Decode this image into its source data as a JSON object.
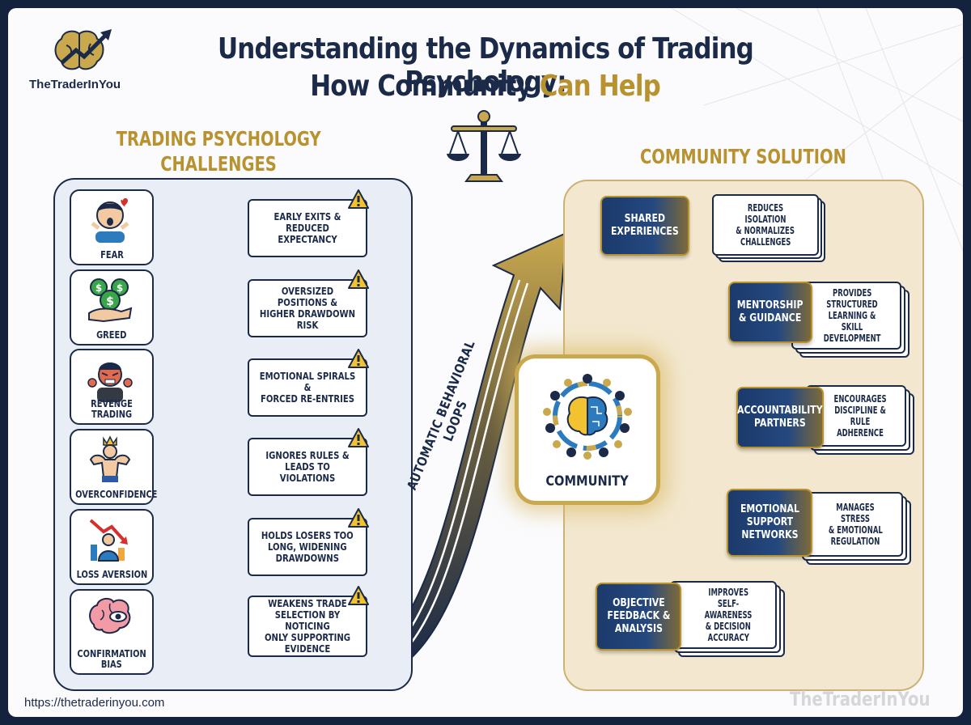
{
  "brand": {
    "name": "TheTraderInYou",
    "logo_icon": "brain-growth-logo-icon"
  },
  "title": {
    "line1": "Understanding the Dynamics of Trading Psychology:",
    "line2_part1": "How Community",
    "line2_part2": "Can Help"
  },
  "balance_icon": "scales-of-justice-icon",
  "left_section": {
    "title_line1": "TRADING PSYCHOLOGY",
    "title_line2": "CHALLENGES"
  },
  "challenges": [
    {
      "label": "FEAR",
      "icon": "fearful-person-icon",
      "effect_line1": "EARLY EXITS &",
      "effect_line2": "REDUCED EXPECTANCY",
      "effect_line3": ""
    },
    {
      "label": "GREED",
      "icon": "hand-with-money-bags-icon",
      "effect_line1": "OVERSIZED POSITIONS &",
      "effect_line2": "HIGHER DRAWDOWN RISK",
      "effect_line3": ""
    },
    {
      "label": "REVENGE TRADING",
      "icon": "angry-person-icon",
      "effect_line1": "EMOTIONAL SPIRALS &",
      "effect_line2": "FORCED RE-ENTRIES",
      "effect_line3": ""
    },
    {
      "label": "OVERCONFIDENCE",
      "icon": "muscular-crowned-person-icon",
      "effect_line1": "IGNORES RULES &",
      "effect_line2": "LEADS TO VIOLATIONS",
      "effect_line3": ""
    },
    {
      "label": "LOSS AVERSION",
      "icon": "person-with-falling-chart-icon",
      "effect_line1": "HOLDS LOSERS TOO",
      "effect_line2": "LONG, WIDENING",
      "effect_line3": "DRAWDOWNS"
    },
    {
      "label_line1": "CONFIRMATION",
      "label_line2": "BIAS",
      "icon": "brain-with-eye-icon",
      "effect_line1": "WEAKENS TRADE",
      "effect_line2": "SELECTION BY NOTICING",
      "effect_line3": "ONLY SUPPORTING",
      "effect_line4": "EVIDENCE"
    }
  ],
  "warning_icon": "warning-triangle-icon",
  "loops_label": "AUTOMATIC BEHAVIORAL LOOPS",
  "right_section": {
    "title": "COMMUNITY SOLUTION"
  },
  "hub": {
    "label": "COMMUNITY",
    "icon": "community-circle-brain-icon"
  },
  "solutions": [
    {
      "name_line1": "SHARED",
      "name_line2": "EXPERIENCES",
      "name_line3": "",
      "benefit_line1": "REDUCES ISOLATION",
      "benefit_line2": "& NORMALIZES",
      "benefit_line3": "CHALLENGES"
    },
    {
      "name_line1": "MENTORSHIP",
      "name_line2": "& GUIDANCE",
      "name_line3": "",
      "benefit_line1": "PROVIDES",
      "benefit_line2": "STRUCTURED",
      "benefit_line3": "LEARNING & SKILL",
      "benefit_line4": "DEVELOPMENT"
    },
    {
      "name_line1": "ACCOUNTABILITY",
      "name_line2": "PARTNERS",
      "name_line3": "",
      "benefit_line1": "ENCOURAGES",
      "benefit_line2": "DISCIPLINE &",
      "benefit_line3": "RULE ADHERENCE"
    },
    {
      "name_line1": "EMOTIONAL",
      "name_line2": "SUPPORT",
      "name_line3": "NETWORKS",
      "benefit_line1": "MANAGES STRESS",
      "benefit_line2": "& EMOTIONAL",
      "benefit_line3": "REGULATION"
    },
    {
      "name_line1": "OBJECTIVE",
      "name_line2": "FEEDBACK &",
      "name_line3": "ANALYSIS",
      "benefit_line1": "IMPROVES",
      "benefit_line2": "SELF-AWARENESS",
      "benefit_line3": "& DECISION",
      "benefit_line4": "ACCURACY"
    }
  ],
  "footer": {
    "url": "https://thetraderinyou.com",
    "watermark": "TheTraderInYou"
  },
  "colors": {
    "navy": "#1b2a48",
    "gold": "#b8922f",
    "panel_left": "#e9eef6",
    "panel_right": "#f3e8cf",
    "warning": "#f2c230"
  }
}
